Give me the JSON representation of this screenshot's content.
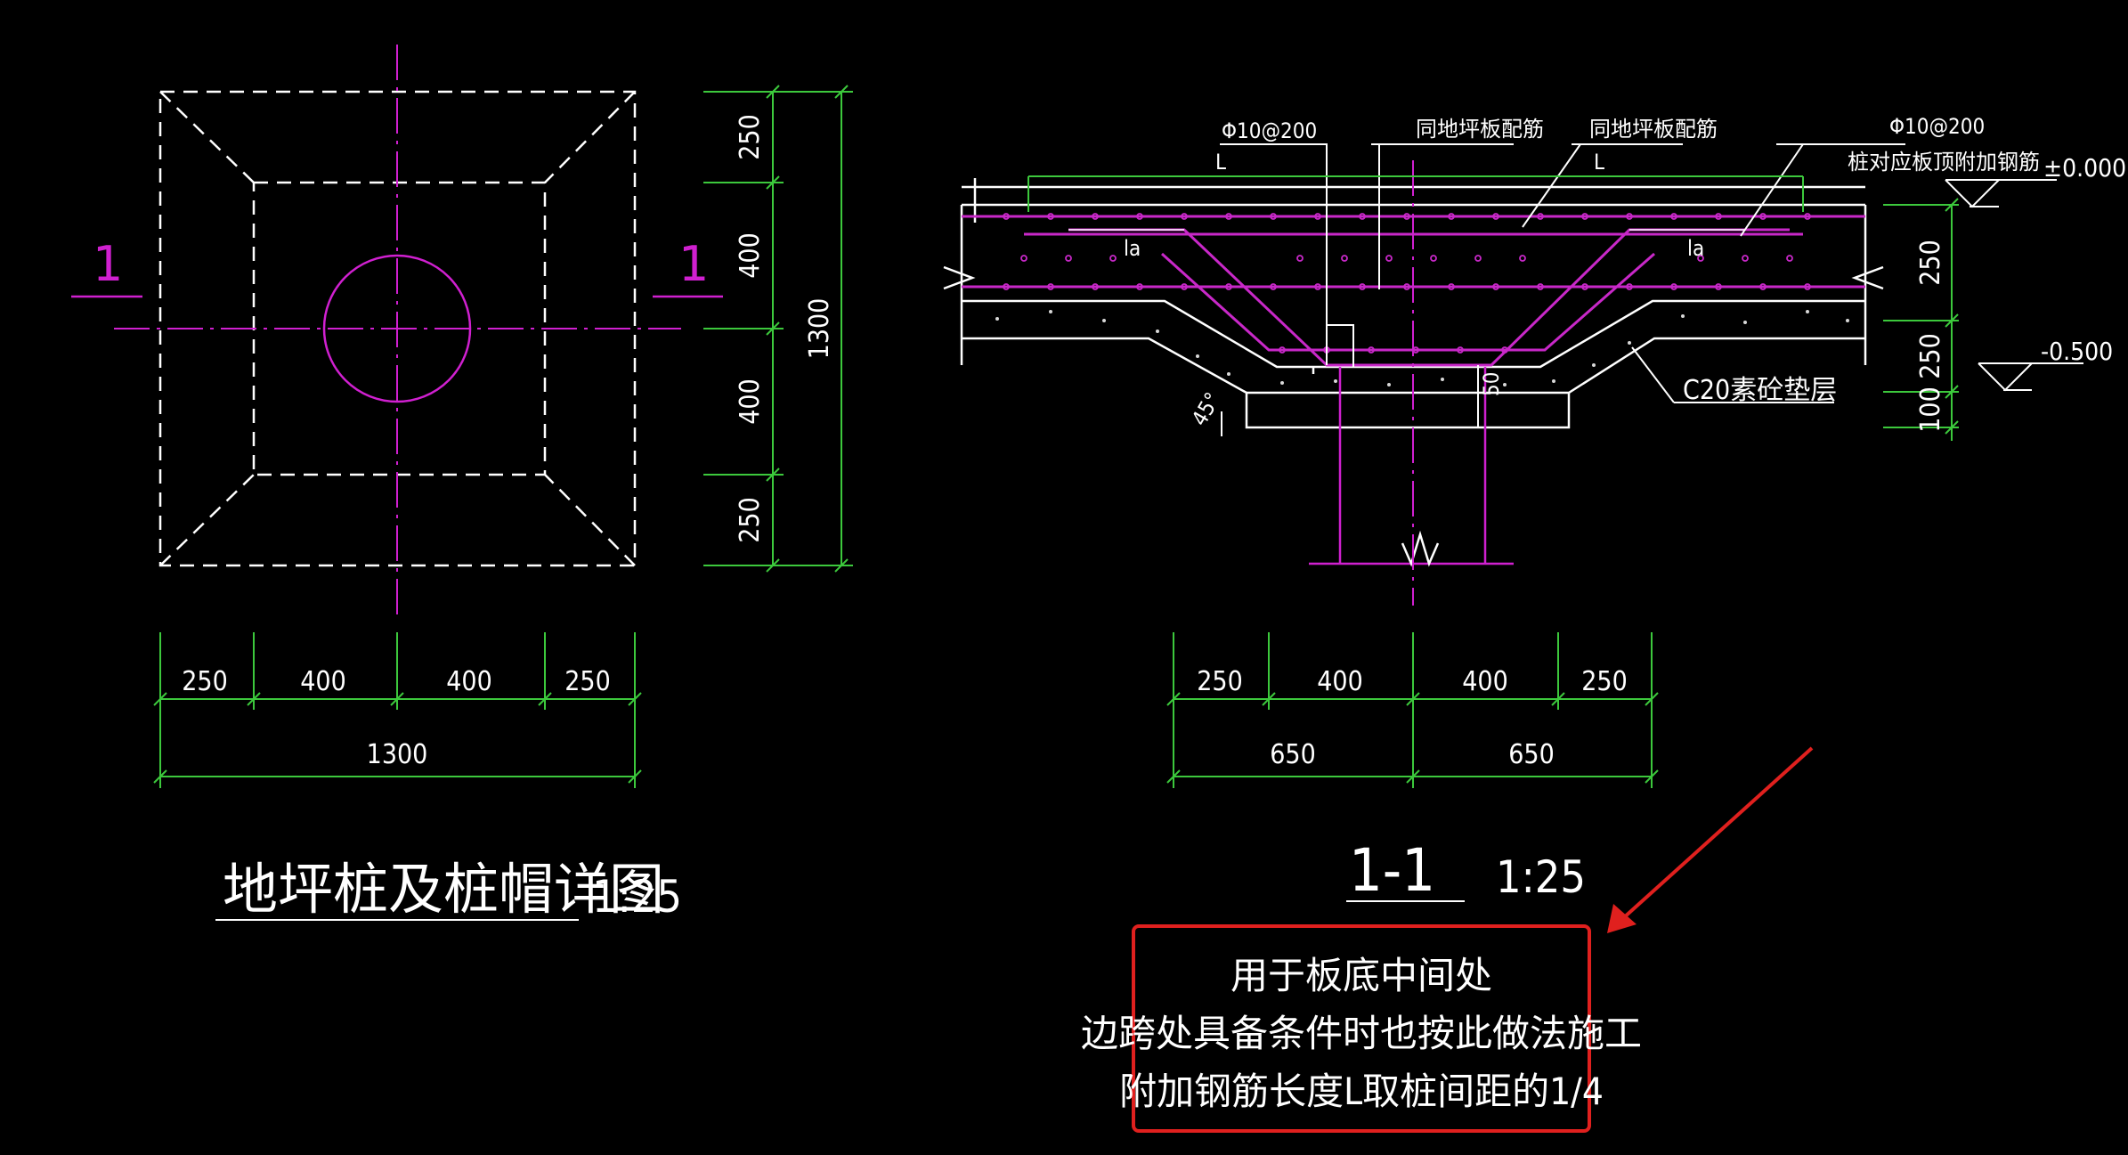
{
  "colors": {
    "background": "#000000",
    "geometry": "#ffffff",
    "dimension": "#3cc83c",
    "center_line": "#d020d0",
    "rebar": "#c828c8",
    "highlight": "#e0201e"
  },
  "plan_view": {
    "title": "地坪桩及桩帽详图",
    "scale": "1:25",
    "section_mark_left": "1",
    "section_mark_right": "1",
    "dims_right": [
      "250",
      "400",
      "400",
      "250"
    ],
    "dim_right_total": "1300",
    "dims_bottom": [
      "250",
      "400",
      "400",
      "250"
    ],
    "dim_bottom_total": "1300"
  },
  "section_view": {
    "title": "1-1",
    "scale": "1:25",
    "label_rebar_left": "Φ10@200",
    "label_L_left": "L",
    "label_slab_rebar_1": "同地坪板配筋",
    "label_slab_rebar_2": "同地坪板配筋",
    "label_L_right": "L",
    "label_rebar_right": "Φ10@200",
    "label_extra_rebar": "桩对应板顶附加钢筋",
    "elevation_top": "±0.000",
    "elevation_bottom": "-0.500",
    "anchor_left": "la",
    "anchor_right": "la",
    "angle": "45°",
    "cover": "50",
    "cushion": "C20素砼垫层",
    "dims_right": [
      "250",
      "250",
      "100"
    ],
    "dims_bottom": [
      "250",
      "400",
      "400",
      "250"
    ],
    "dims_bottom_total": [
      "650",
      "650"
    ]
  },
  "annotation": {
    "line1": "用于板底中间处",
    "line2": "边跨处具备条件时也按此做法施工",
    "line3": "附加钢筋长度L取桩间距的1/4"
  }
}
